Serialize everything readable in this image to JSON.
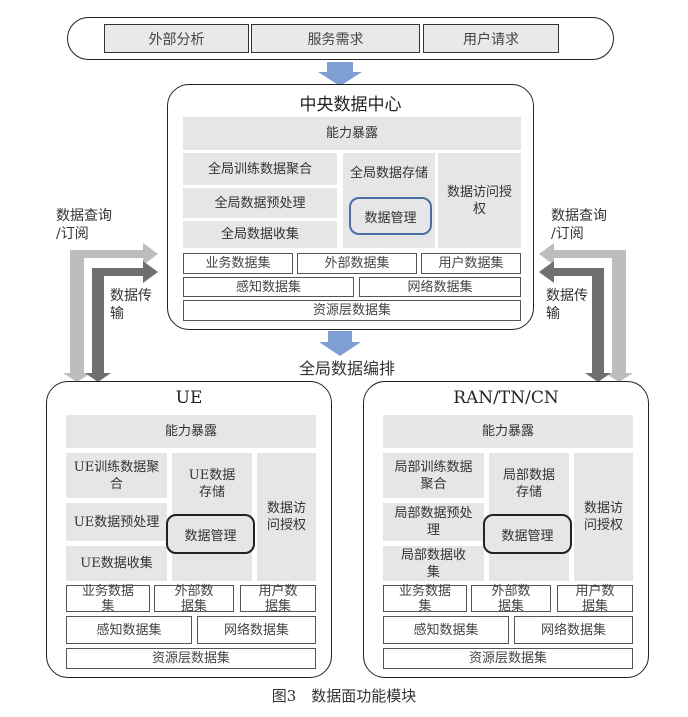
{
  "top_bar": {
    "items": [
      "外部分析",
      "服务需求",
      "用户请求"
    ]
  },
  "central": {
    "title": "中央数据中心",
    "capability": "能力暴露",
    "left_stack": [
      "全局训练数据聚合",
      "全局数据预处理",
      "全局数据收集"
    ],
    "storage": "全局数据存储",
    "management": "数据管理",
    "access": "数据访问授权",
    "datasets_row1": [
      "业务数据集",
      "外部数据集",
      "用户数据集"
    ],
    "datasets_row2": [
      "感知数据集",
      "网络数据集"
    ],
    "resource": "资源层数据集"
  },
  "orchestration_label": "全局数据编排",
  "side_labels": {
    "query": "数据查询/订阅",
    "query_line1": "数据查询",
    "query_line2": "/订阅",
    "transfer_line1": "数据传",
    "transfer_line2": "输"
  },
  "ue": {
    "title": "UE",
    "capability": "能力暴露",
    "left_stack": [
      "UE训练数据聚合",
      "UE数据预处理",
      "UE数据收集"
    ],
    "storage": "UE数据存储",
    "management": "数据管理",
    "access": "数据访问授权",
    "datasets_row1": [
      "业务数据集",
      "外部数据集",
      "用户数据集"
    ],
    "datasets_row2": [
      "感知数据集",
      "网络数据集"
    ],
    "resource": "资源层数据集"
  },
  "ran": {
    "title": "RAN/TN/CN",
    "capability": "能力暴露",
    "left_stack": [
      "局部训练数据聚合",
      "局部数据预处理",
      "局部数据收集"
    ],
    "storage": "局部数据存储",
    "management": "数据管理",
    "access": "数据访问授权",
    "datasets_row1": [
      "业务数据集",
      "外部数据集",
      "用户数据集"
    ],
    "datasets_row2": [
      "感知数据集",
      "网络数据集"
    ],
    "resource": "资源层数据集"
  },
  "caption": "图3　数据面功能模块",
  "colors": {
    "blue_arrow": "#7f9fd4",
    "light_arrow": "#bdbdbd",
    "dark_arrow": "#6f6f6f",
    "module_fill": "#e6e6e6",
    "mgmt_border_central": "#4a6fa5"
  }
}
